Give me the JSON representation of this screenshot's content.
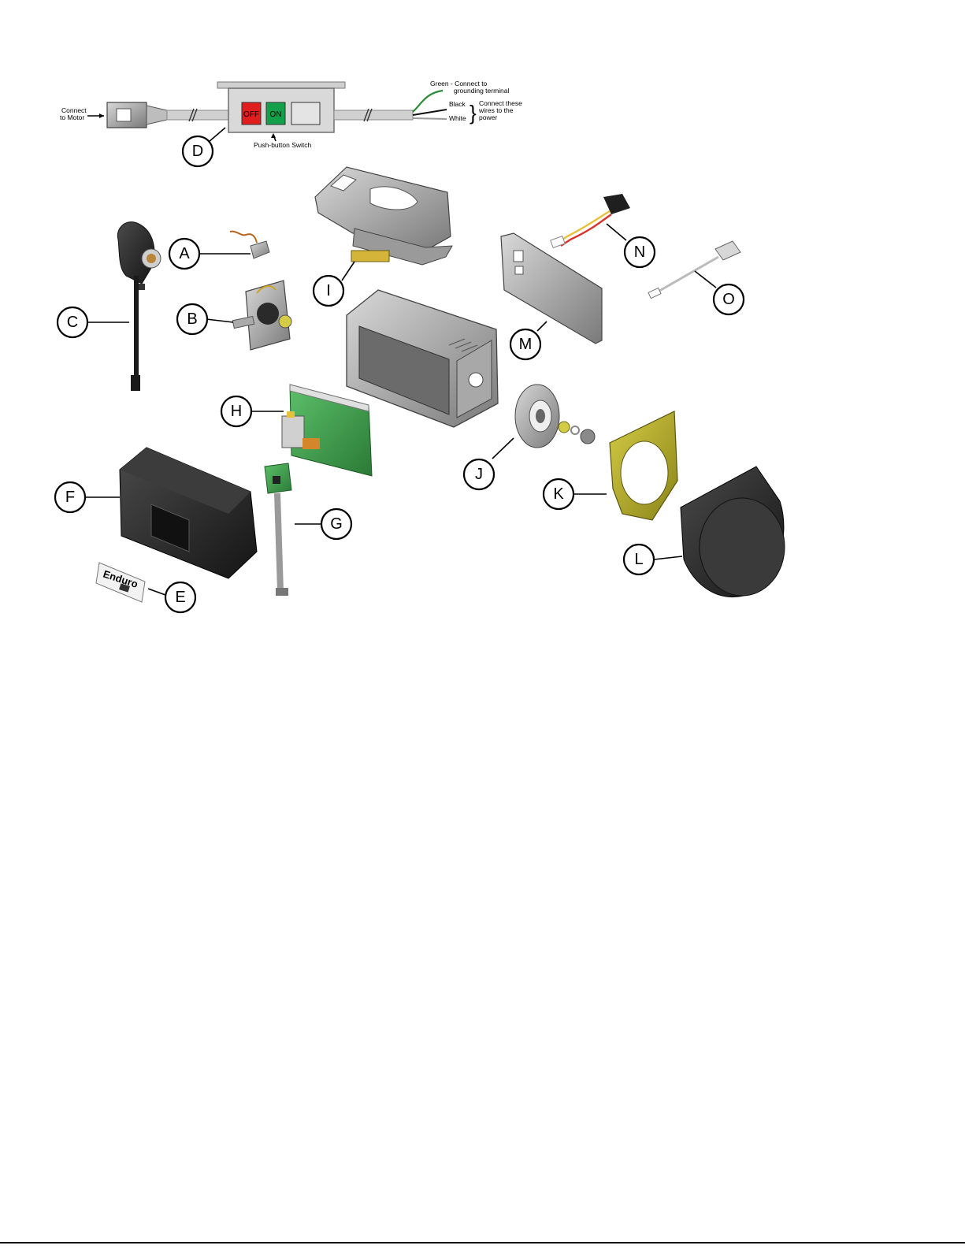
{
  "switch_box": {
    "off_label": "OFF",
    "on_label": "ON",
    "push_button_label": "Push-button Switch",
    "connect_motor_line1": "Connect",
    "connect_motor_line2": "to Motor",
    "green_line1": "Green - Connect to",
    "green_line2": "grounding terminal",
    "black_label": "Black",
    "white_label": "White",
    "connect_these_line1": "Connect these",
    "connect_these_line2": "wires to the",
    "connect_these_line3": "power"
  },
  "brand_label": "Enduro",
  "callouts": [
    "A",
    "B",
    "C",
    "D",
    "E",
    "F",
    "G",
    "H",
    "I",
    "J",
    "K",
    "L",
    "M",
    "N",
    "O"
  ],
  "colors": {
    "off_button": "#e01e1e",
    "on_button": "#14a04a",
    "part_gray": "#8a8a8a",
    "part_dark": "#2a2a2a",
    "bracket_yellow": "#b5ae2a",
    "pcb_green": "#3a9a48",
    "wire_green": "#2e8b3a",
    "wire_red": "#d9342b",
    "wire_yellow": "#e8c13a"
  }
}
